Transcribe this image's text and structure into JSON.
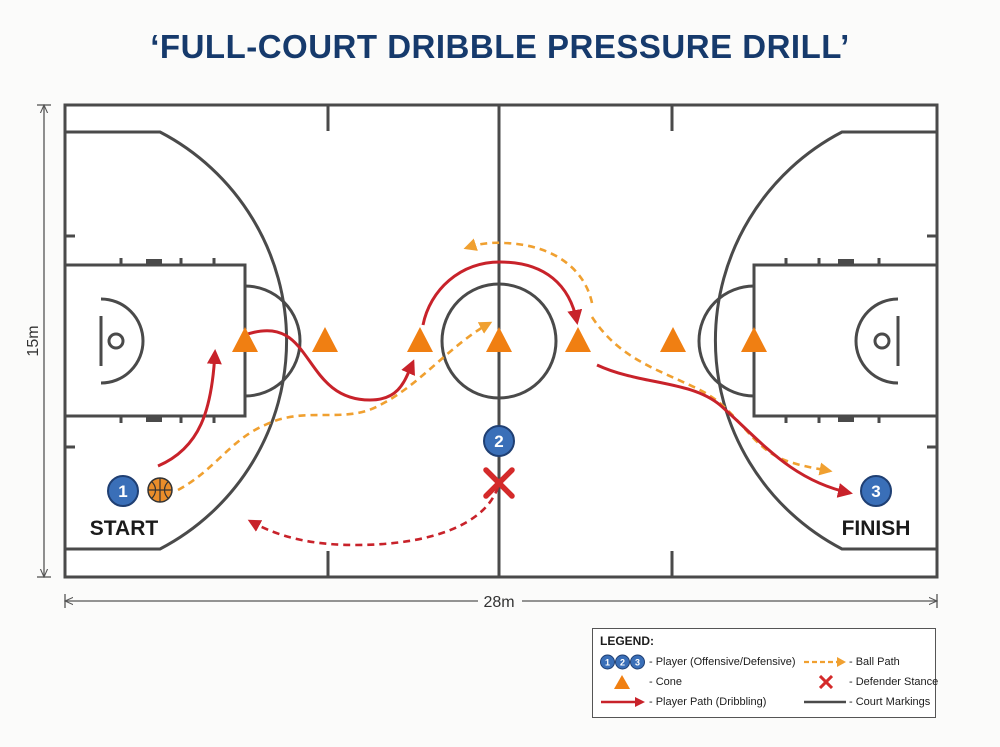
{
  "title": "‘FULL-COURT DRIBBLE PRESSURE DRILL’",
  "dimensions": {
    "width_label": "28m",
    "height_label": "15m"
  },
  "labels": {
    "start": "START",
    "finish": "FINISH"
  },
  "players": [
    {
      "id": "player-1",
      "number": "1"
    },
    {
      "id": "player-2",
      "number": "2"
    },
    {
      "id": "player-3",
      "number": "3"
    }
  ],
  "colors": {
    "player_path": "#c8222a",
    "ball_path": "#f0a030",
    "cone": "#f07f12",
    "defender": "#d42a2a",
    "player": "#3a6fb8",
    "court_lines": "#4a4a4a",
    "title": "#163a6c"
  },
  "legend": {
    "title": "LEGEND:",
    "items": [
      {
        "key": "player",
        "label": "- Player (Offensive/Defensive)",
        "icon": "numbered-circles-icon",
        "numbers": [
          "1",
          "2",
          "3"
        ]
      },
      {
        "key": "ball_path",
        "label": "- Ball Path",
        "icon": "dashed-orange-arrow-icon"
      },
      {
        "key": "cone",
        "label": "- Cone",
        "icon": "orange-triangle-icon"
      },
      {
        "key": "defender",
        "label": "- Defender Stance",
        "icon": "red-x-icon"
      },
      {
        "key": "player_path",
        "label": "- Player Path (Dribbling)",
        "icon": "red-arrow-icon"
      },
      {
        "key": "court",
        "label": "- Court Markings",
        "icon": "gray-line-icon"
      }
    ]
  }
}
